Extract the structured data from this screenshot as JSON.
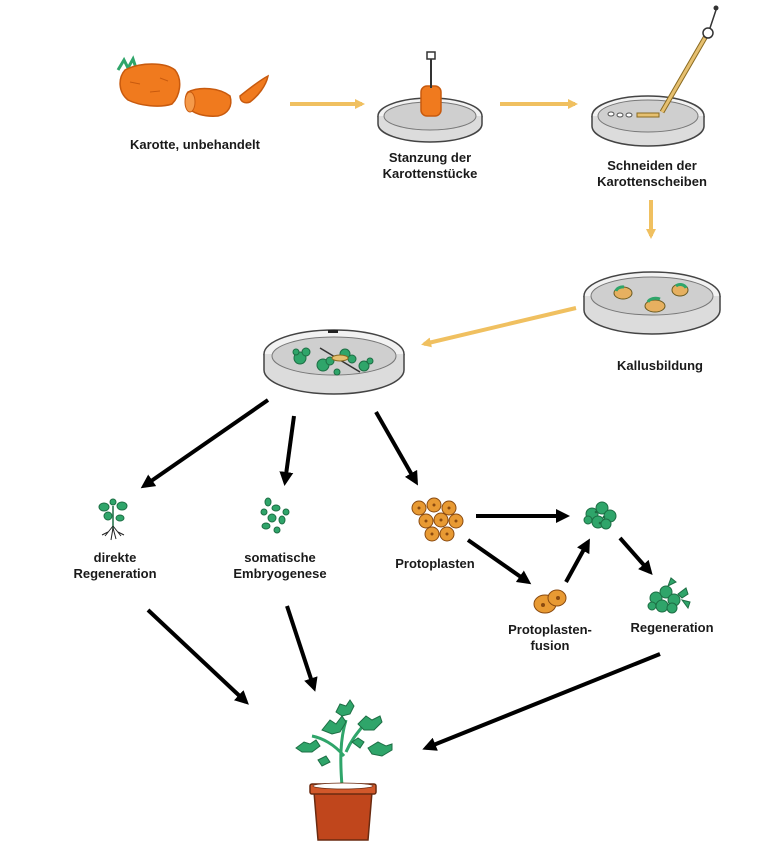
{
  "diagram": {
    "steps": {
      "untreated": {
        "label": "Karotte, unbehandelt"
      },
      "punching": {
        "line1": "Stanzung der",
        "line2": "Karottenstücke"
      },
      "slicing": {
        "line1": "Schneiden der",
        "line2": "Karottenscheiben"
      },
      "callus": {
        "label": "Kallusbildung"
      },
      "direct_regeneration": {
        "line1": "direkte",
        "line2": "Regeneration"
      },
      "somatic_embryogenesis": {
        "line1": "somatische",
        "line2": "Embryogenese"
      },
      "protoplasts": {
        "label": "Protoplasten"
      },
      "protoplast_fusion": {
        "line1": "Protoplasten-",
        "line2": "fusion"
      },
      "regeneration": {
        "label": "Regeneration"
      }
    },
    "colors": {
      "carrot": "#f07a1e",
      "carrot_dark": "#c85a0e",
      "leaf": "#2fa56a",
      "leaf_dark": "#1d6e44",
      "arrow_early": "#f0c060",
      "arrow_late": "#000000",
      "dish": "#e6e6e6",
      "pot": "#c0461c",
      "protoplast": "#e89a33"
    },
    "icons": {
      "carrot": "carrot-icon",
      "petri_dish": "petri-dish-icon",
      "scalpel": "scalpel-icon",
      "plantlet": "plantlet-icon",
      "embryo": "embryo-icon",
      "cells": "protoplast-icon",
      "potted_plant": "potted-plant-icon"
    }
  }
}
